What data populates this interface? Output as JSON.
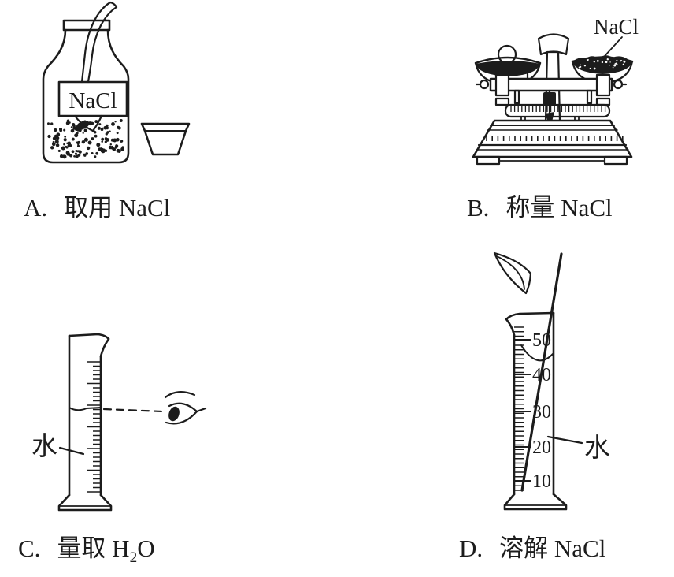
{
  "colors": {
    "background": "#ffffff",
    "ink": "#1c1c1c"
  },
  "panels": {
    "A": {
      "letter": "A.",
      "title": "取用 NaCl",
      "bottle_label": "NaCl"
    },
    "B": {
      "letter": "B.",
      "title": "称量 NaCl",
      "pan_label": "NaCl"
    },
    "C": {
      "letter": "C.",
      "title_prefix": "量取 H",
      "title_subscript": "2",
      "title_suffix": "O",
      "water_label": "水"
    },
    "D": {
      "letter": "D.",
      "title": "溶解 NaCl",
      "water_label": "水",
      "scale_labels": [
        "50",
        "40",
        "30",
        "20",
        "10"
      ]
    }
  }
}
